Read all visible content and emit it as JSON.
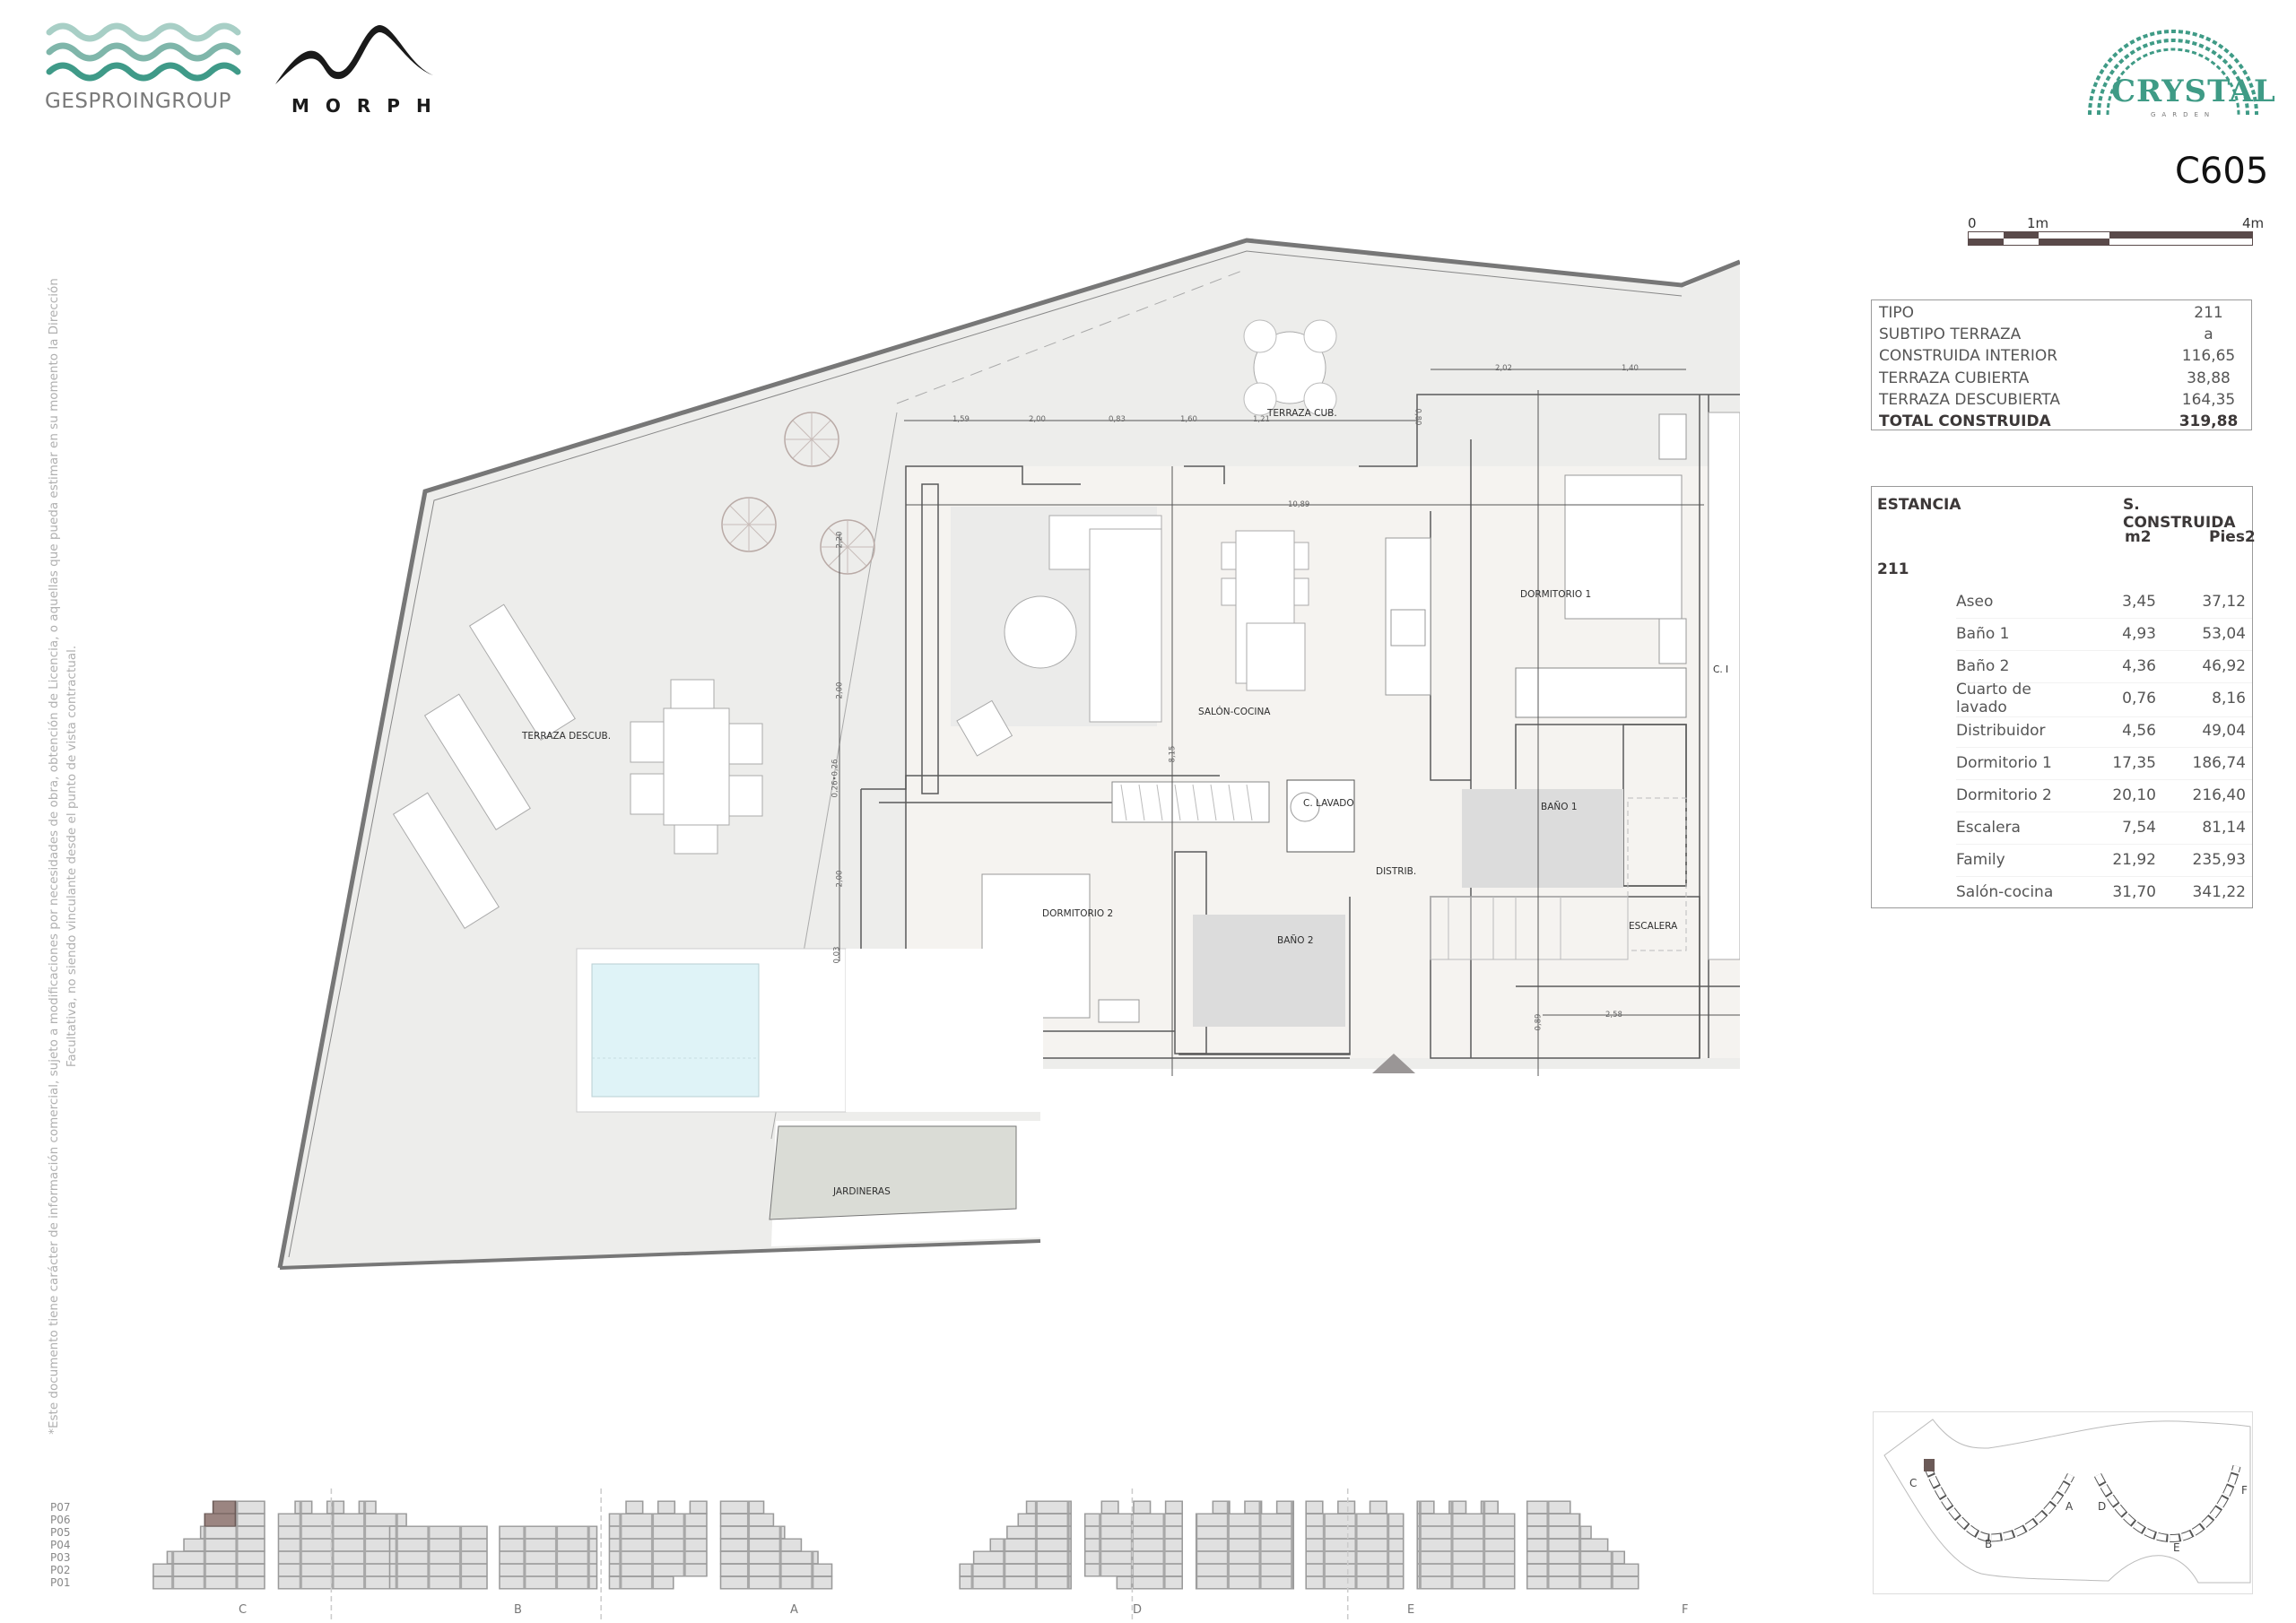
{
  "branding": {
    "gesproin": "GESPROINGROUP",
    "morph": "MORPH",
    "crystal": "CRYSTAL",
    "garden": "GARDEN"
  },
  "unit": {
    "code": "C605"
  },
  "scale_bar": {
    "labels": [
      "0",
      "1m",
      "4m"
    ],
    "color": "#5a4a4a"
  },
  "summary": {
    "rows": [
      {
        "label": "TIPO",
        "value": "211"
      },
      {
        "label": "SUBTIPO TERRAZA",
        "value": "a"
      },
      {
        "label": "CONSTRUIDA INTERIOR",
        "value": "116,65"
      },
      {
        "label": "TERRAZA CUBIERTA",
        "value": "38,88"
      },
      {
        "label": "TERRAZA DESCUBIERTA",
        "value": "164,35"
      },
      {
        "label": "TOTAL CONSTRUIDA",
        "value": "319,88"
      }
    ]
  },
  "rooms_table": {
    "header_estancia": "ESTANCIA",
    "header_superficie": "S. CONSTRUIDA",
    "col_m2": "m2",
    "col_pies2": "Pies2",
    "type": "211",
    "rows": [
      {
        "name": "Aseo",
        "m2": "3,45",
        "pies2": "37,12"
      },
      {
        "name": "Baño 1",
        "m2": "4,93",
        "pies2": "53,04"
      },
      {
        "name": "Baño 2",
        "m2": "4,36",
        "pies2": "46,92"
      },
      {
        "name": "Cuarto de lavado",
        "m2": "0,76",
        "pies2": "8,16"
      },
      {
        "name": "Distribuidor",
        "m2": "4,56",
        "pies2": "49,04"
      },
      {
        "name": "Dormitorio 1",
        "m2": "17,35",
        "pies2": "186,74"
      },
      {
        "name": "Dormitorio 2",
        "m2": "20,10",
        "pies2": "216,40"
      },
      {
        "name": "Escalera",
        "m2": "7,54",
        "pies2": "81,14"
      },
      {
        "name": "Family",
        "m2": "21,92",
        "pies2": "235,93"
      },
      {
        "name": "Salón-cocina",
        "m2": "31,70",
        "pies2": "341,22"
      }
    ]
  },
  "disclaimer": "*Este documento tiene carácter de información comercial, sujeto a modificaciones por necesidades de obra, obtención de Licencia, o aquellas que pueda estimar en su momento la Dirección Facultativa, no siendo vinculante desde el punto de vista contractual.",
  "plan": {
    "rooms": {
      "terraza_descub": "TERRAZA DESCUB.",
      "terraza_cub": "TERRAZA CUB.",
      "salon_cocina": "SALÓN-COCINA",
      "dormitorio_1": "DORMITORIO 1",
      "dormitorio_2": "DORMITORIO 2",
      "c_lavado": "C. LAVADO",
      "distrib": "DISTRIB.",
      "bano_1": "BAÑO 1",
      "bano_2": "BAÑO 2",
      "escalera": "ESCALERA",
      "jardineras": "JARDINERAS",
      "c_cut": "C. I"
    },
    "dimensions": {
      "d159": "1,59",
      "d200a": "2,00",
      "d083": "0,83",
      "d160": "1,60",
      "d121": "1,21",
      "d080": "0,80",
      "d202": "2,02",
      "d140": "1,40",
      "d1089": "10,89",
      "d220": "2,20",
      "d200b": "2,00",
      "d026": "0,26•0,26",
      "d200c": "2,00",
      "d815": "8,15",
      "d003": "0,03",
      "d258": "2,58",
      "d089": "0,89"
    },
    "colors": {
      "terrace": "#ededeb",
      "interior": "#f5f3f0",
      "wet": "#dcdcdc",
      "pool": "#dff3f7",
      "planter": "#dadcd6",
      "wall_line": "#5a5a5a"
    }
  },
  "elevation": {
    "floors": [
      "P07",
      "P06",
      "P05",
      "P04",
      "P03",
      "P02",
      "P01"
    ],
    "blocks": [
      "C",
      "B",
      "A",
      "D",
      "E",
      "F"
    ],
    "highlight_color": "#9b8581",
    "cell_color": "#e0e0e0"
  },
  "key_plan": {
    "labels": [
      "C",
      "B",
      "A",
      "D",
      "E",
      "F"
    ]
  }
}
